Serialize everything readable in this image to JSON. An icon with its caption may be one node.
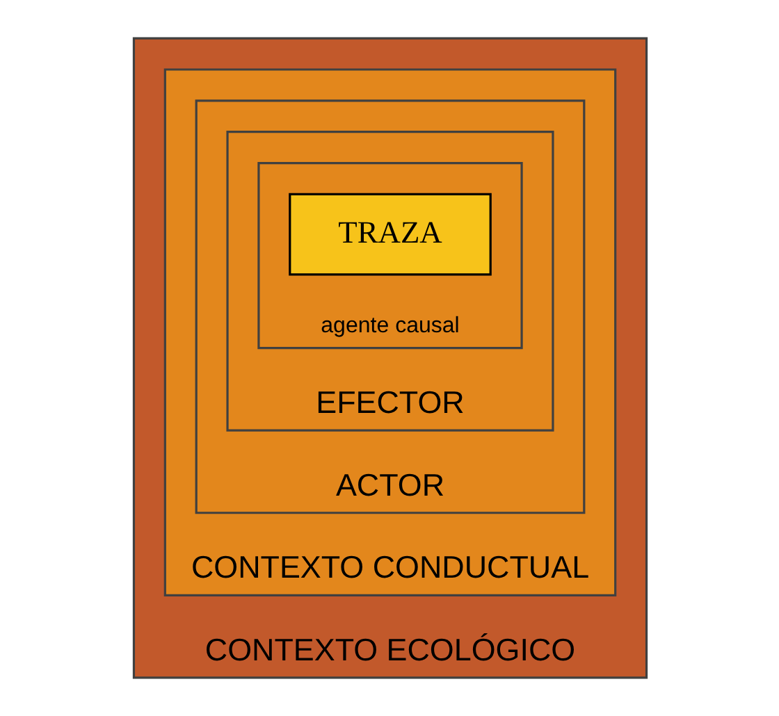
{
  "diagram": {
    "nodes": [
      {
        "text": [
          "CONTEXTO ECOLÓGICO"
        ]
      },
      {
        "text": [
          "CONTEXTO CONDUCTUAL"
        ],
        "in": 0
      },
      {
        "text": [
          "ACTOR"
        ],
        "in": 1
      },
      {
        "text": [
          "EFECTOR"
        ],
        "in": 2
      },
      {
        "text": [
          "agente causal"
        ],
        "in": 3
      },
      {
        "text": [
          "TRAZA"
        ],
        "in": 4
      }
    ],
    "edges": []
  }
}
